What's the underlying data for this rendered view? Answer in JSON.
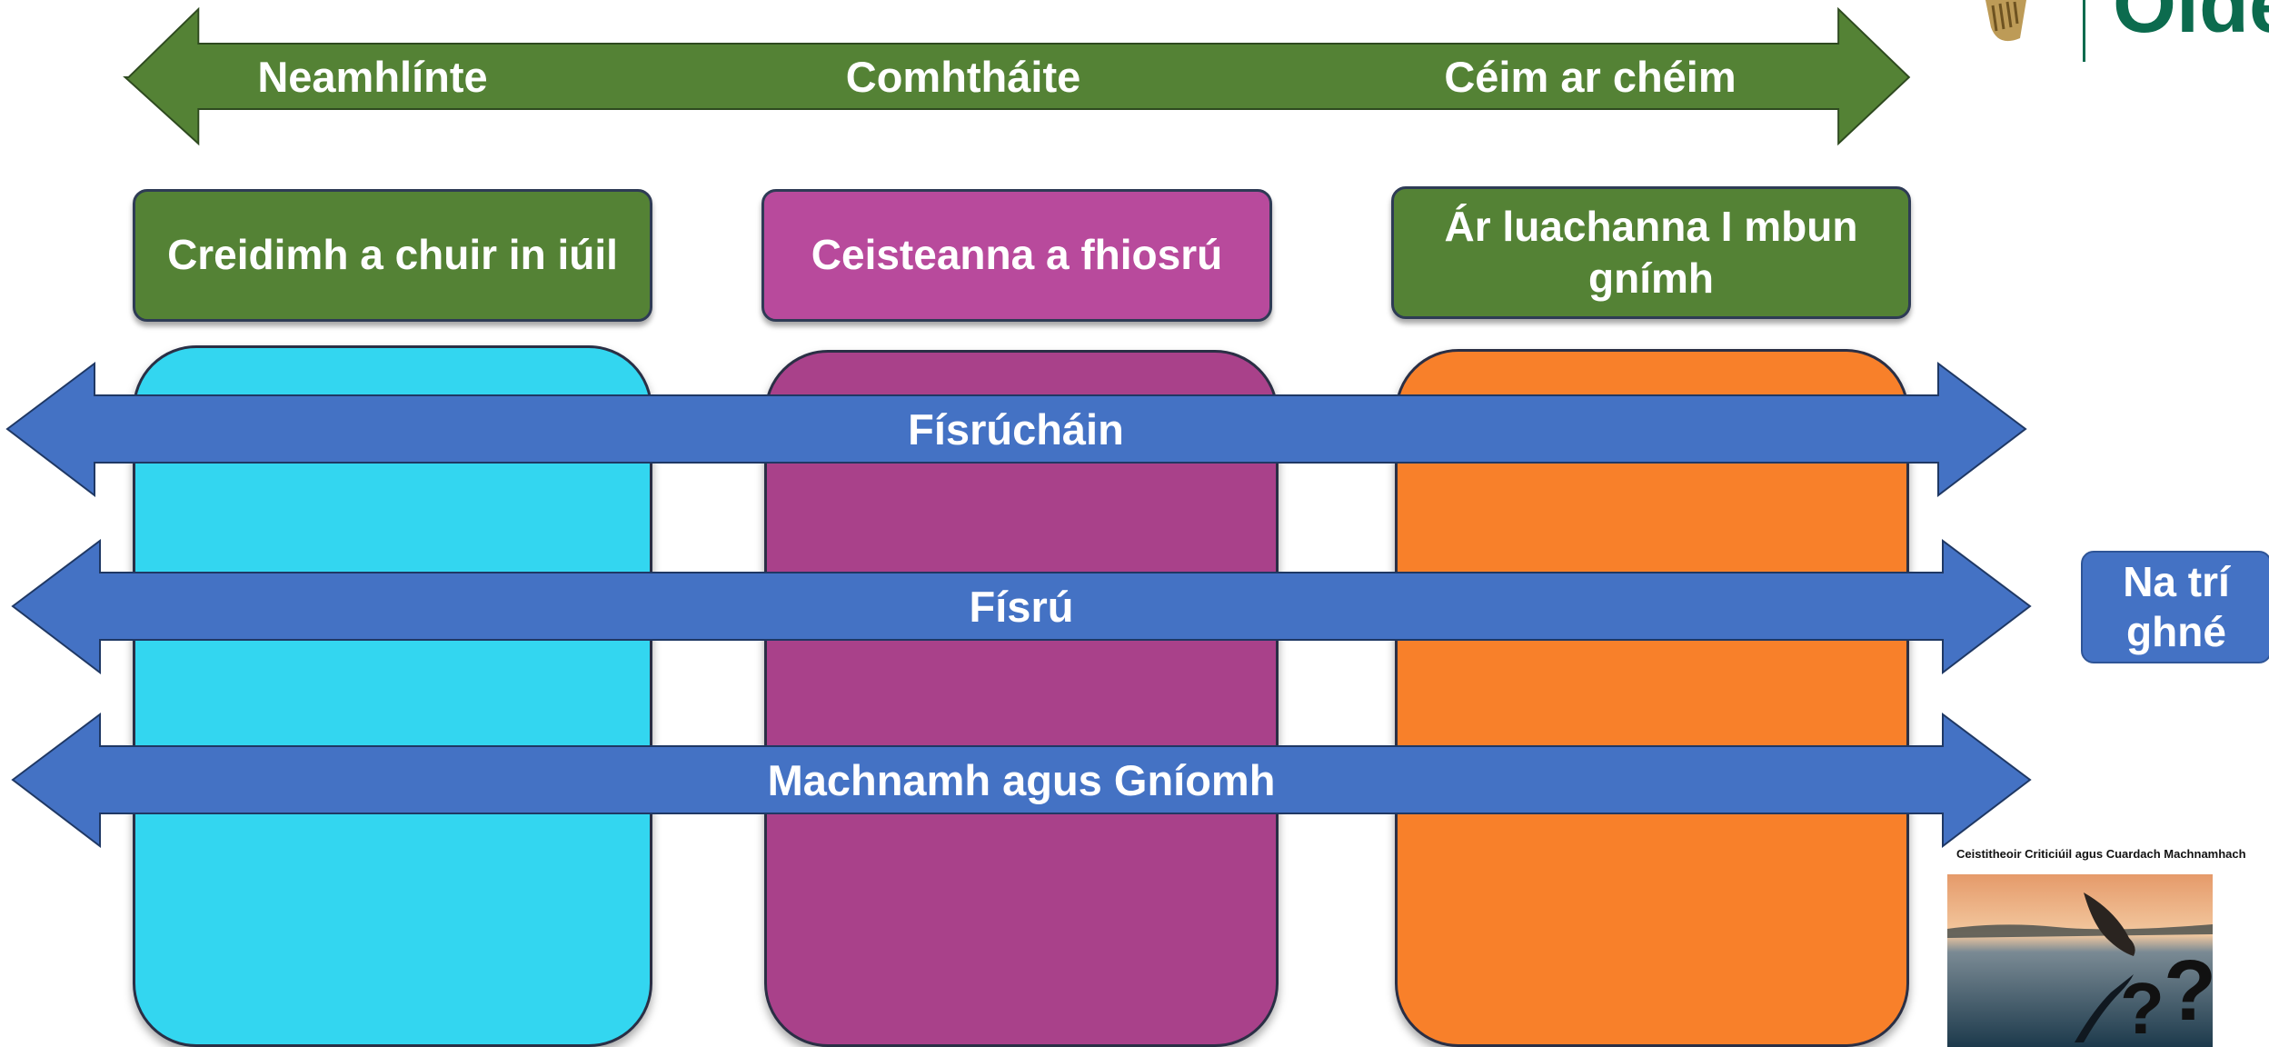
{
  "top_arrow": {
    "labels": [
      "Neamhlínte",
      "Comhtháite",
      "Céim ar chéim"
    ],
    "color": "#548235"
  },
  "headers": [
    {
      "label": "Creidimh a chuir in iúil",
      "color": "#548235"
    },
    {
      "label": "Ceisteanna a fhiosrú",
      "color": "#b84a9c"
    },
    {
      "label": "Ár luachanna I mbun gnímh",
      "color": "#548235"
    }
  ],
  "columns": [
    {
      "color": "#33d6f0"
    },
    {
      "color": "#a9418a"
    },
    {
      "color": "#f8802a"
    }
  ],
  "bands": [
    {
      "label": "Físrúcháin",
      "color": "#4472c4"
    },
    {
      "label": "Físrú",
      "color": "#4472c4"
    },
    {
      "label": "Machnamh agus Gníomh",
      "color": "#4472c4"
    }
  ],
  "side_box": {
    "label": "Na trí ghné"
  },
  "thumbnail": {
    "caption": "Ceistitheoir Criticiúil agus Cuardach Machnamhach",
    "glyph": "?"
  },
  "logo": {
    "text": "Oide"
  }
}
